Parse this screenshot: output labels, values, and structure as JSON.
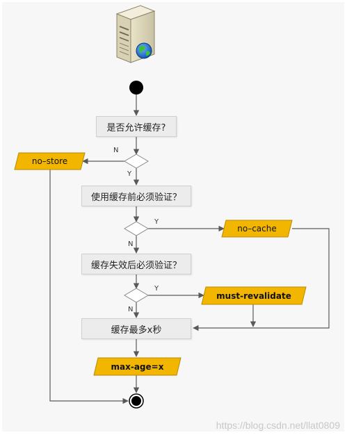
{
  "nodes": {
    "q_allow_cache": "是否允许缓存?",
    "q_must_validate_before": "使用缓存前必须验证？",
    "q_must_validate_expired": "缓存失效后必须验证？",
    "cache_max_x": "缓存最多x秒",
    "no_store": "no–store",
    "no_cache": "no–cache",
    "must_revalidate": "must-revalidate",
    "max_age": "max-age=x"
  },
  "edge_labels": {
    "n1": "N",
    "y1": "Y",
    "y2": "Y",
    "n2": "N",
    "y3": "Y",
    "n3": "N"
  },
  "watermark": "https://blog.csdn.net/llat0809",
  "colors": {
    "para_fill": "#f2b600",
    "para_stroke": "#b88a00",
    "box_fill": "#ececec",
    "line": "#595959",
    "background": "#f7f7f7"
  },
  "icons": [
    "server-globe-icon",
    "start-node-icon",
    "end-node-icon"
  ]
}
